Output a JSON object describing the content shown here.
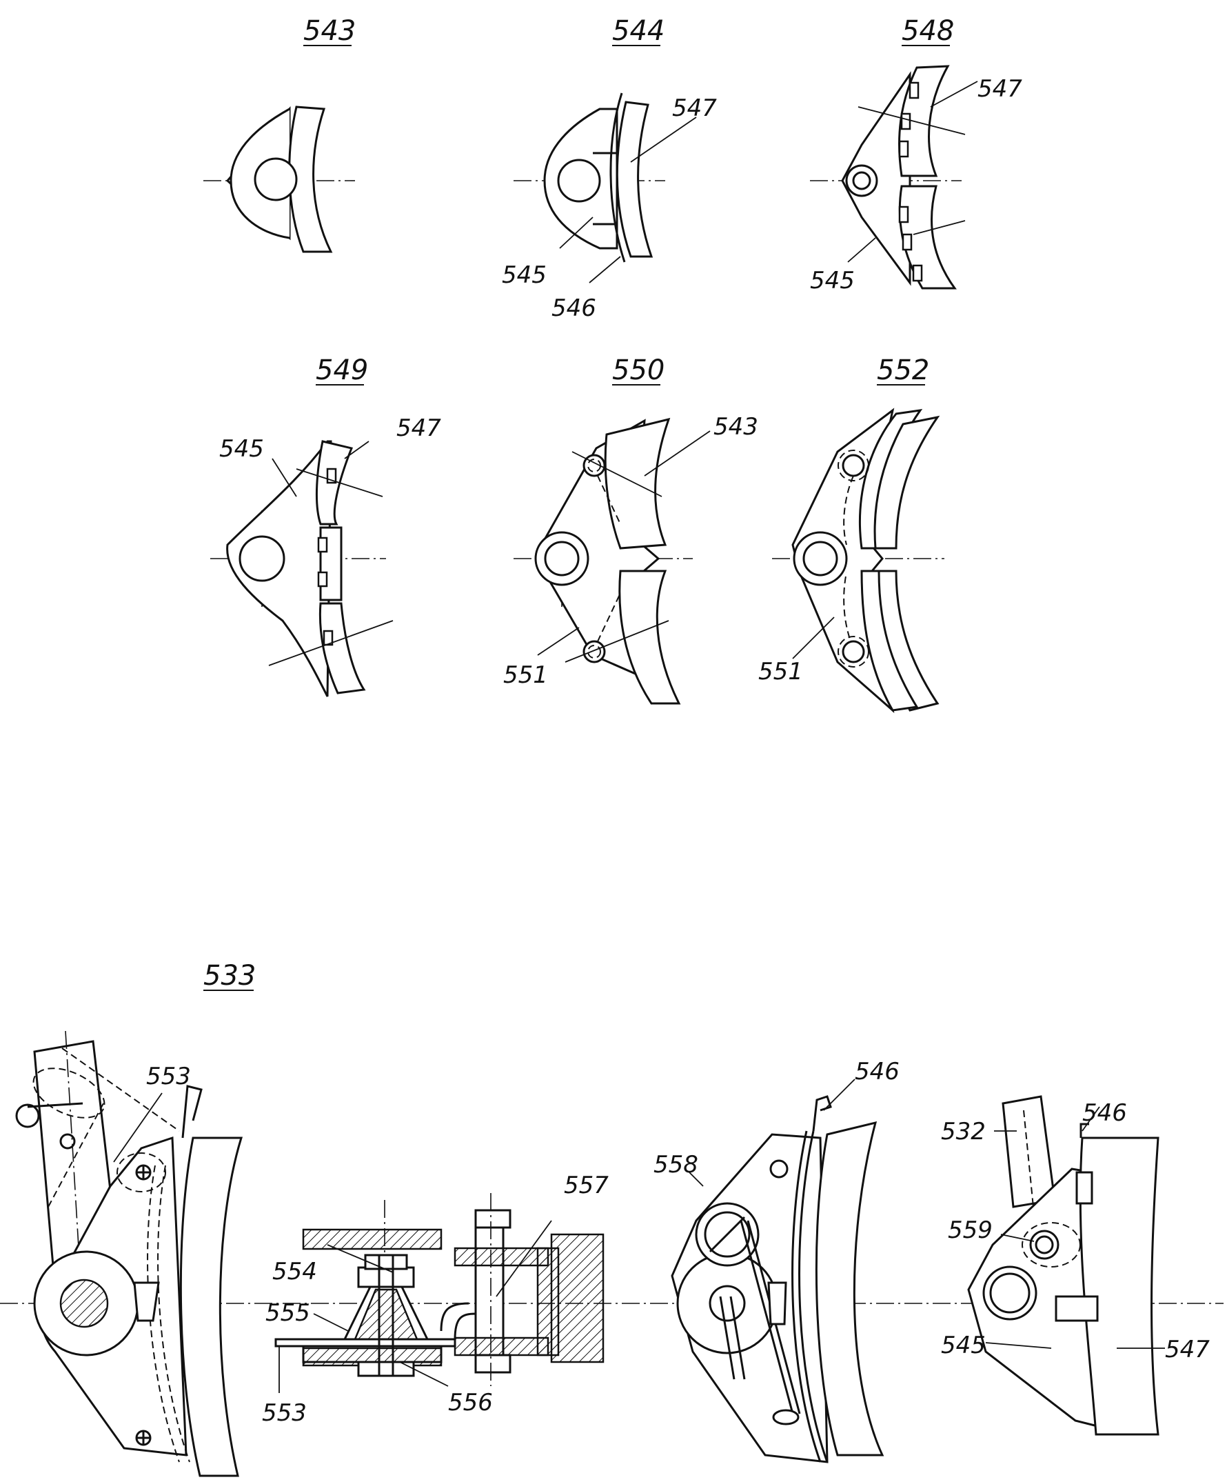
{
  "figures": [
    {
      "id": "fig-543",
      "number": "543",
      "labels": []
    },
    {
      "id": "fig-544",
      "number": "544",
      "labels": [
        "547",
        "545",
        "546"
      ]
    },
    {
      "id": "fig-548",
      "number": "548",
      "labels": [
        "547",
        "545"
      ]
    },
    {
      "id": "fig-549",
      "number": "549",
      "labels": [
        "545",
        "547"
      ]
    },
    {
      "id": "fig-550",
      "number": "550",
      "labels": [
        "543",
        "551"
      ]
    },
    {
      "id": "fig-552",
      "number": "552",
      "labels": [
        "551"
      ]
    },
    {
      "id": "fig-533",
      "number": "533",
      "labels": [
        "553",
        "554",
        "555",
        "553",
        "556",
        "557",
        "558",
        "546",
        "532",
        "546",
        "559",
        "545",
        "547"
      ]
    }
  ]
}
